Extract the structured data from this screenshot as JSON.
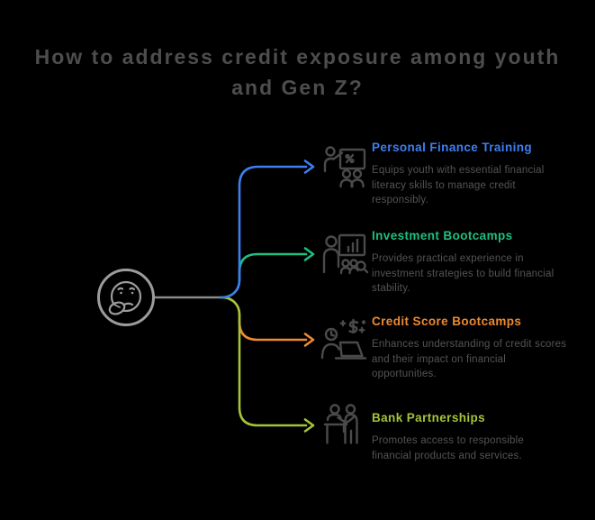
{
  "background_color": "#000000",
  "title": {
    "line1": "How to address credit exposure among youth",
    "line2": "and Gen Z?",
    "color": "#4d4d4d"
  },
  "center": {
    "icon": "thinking-face-icon",
    "color": "#9c9c9c"
  },
  "trunk_color": "#8a8a8a",
  "icon_color": "#4a4a4a",
  "body_text_color": "#545454",
  "items": [
    {
      "title": "Personal Finance Training",
      "icon": "finance-training-icon",
      "color": "#3d7ff2",
      "desc_lines": {
        "l1": "Equips youth with essential financial",
        "l2": "literacy skills to manage credit",
        "l3": "responsibly."
      }
    },
    {
      "title": "Investment Bootcamps",
      "icon": "investment-bootcamp-icon",
      "color": "#1fbf80",
      "desc_lines": {
        "l1": "Provides practical experience in",
        "l2": "investment strategies to build financial",
        "l3": "stability."
      }
    },
    {
      "title": "Credit Score Bootcamps",
      "icon": "credit-score-icon",
      "color": "#ec8a33",
      "desc_lines": {
        "l1": "Enhances understanding of credit scores",
        "l2": "and their impact on financial",
        "l3": "opportunities."
      }
    },
    {
      "title": "Bank Partnerships",
      "icon": "bank-partnership-icon",
      "color": "#a4c43a",
      "desc_lines": {
        "l1": "Promotes access to responsible",
        "l2": "financial products and services."
      }
    }
  ]
}
